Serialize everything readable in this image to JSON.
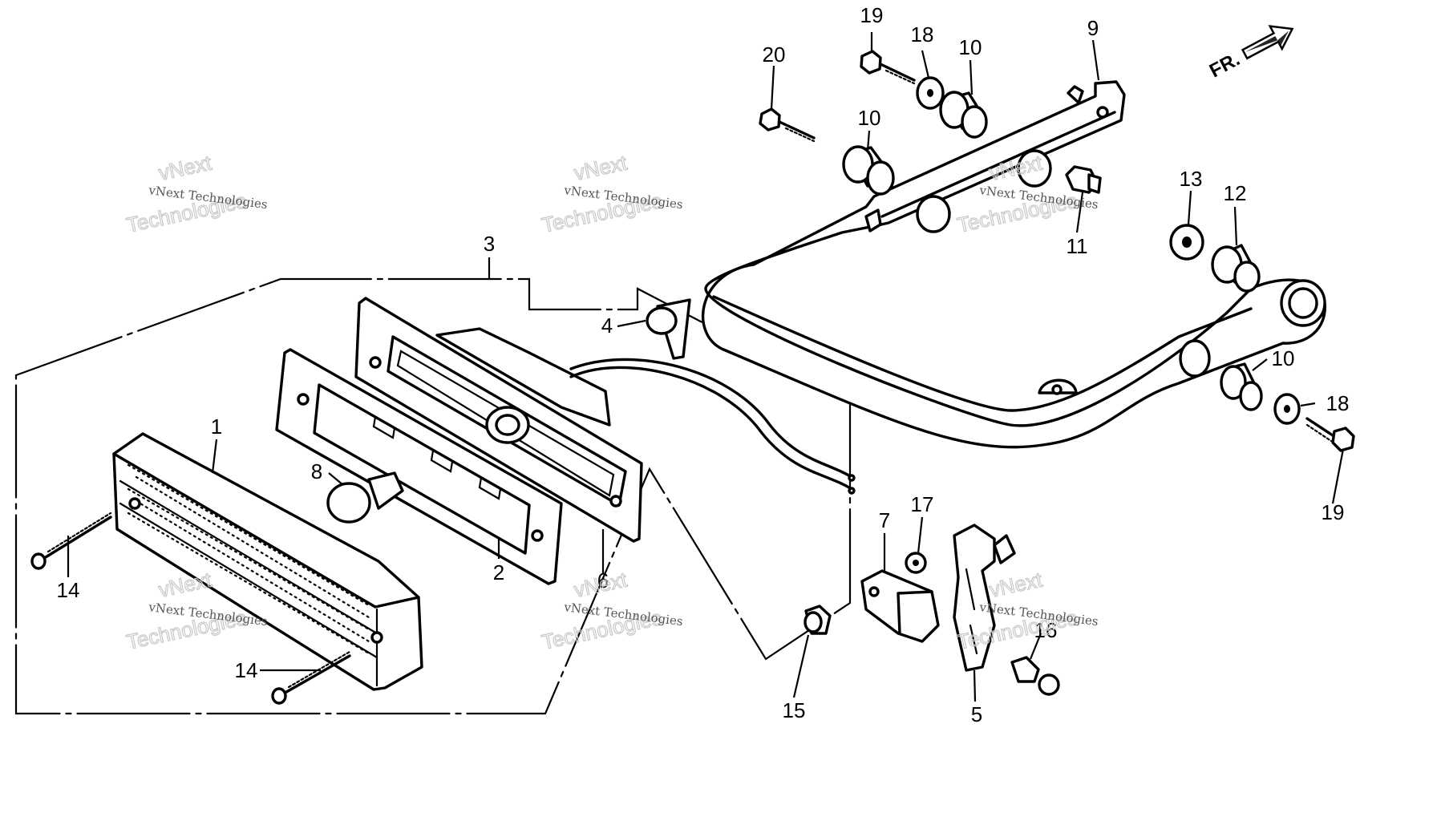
{
  "direction_marker": {
    "label": "FR."
  },
  "watermark": {
    "line1": "vNext Technologies",
    "line2a": "vNext",
    "line2b": "Technologies"
  },
  "callouts": {
    "c1": "1",
    "c2": "2",
    "c3": "3",
    "c4": "4",
    "c5": "5",
    "c6": "6",
    "c7": "7",
    "c8": "8",
    "c9": "9",
    "c10a": "10",
    "c10b": "10",
    "c10c": "10",
    "c11": "11",
    "c12": "12",
    "c13": "13",
    "c14a": "14",
    "c14b": "14",
    "c15": "15",
    "c16": "16",
    "c17": "17",
    "c18a": "18",
    "c18b": "18",
    "c19a": "19",
    "c19b": "19",
    "c20": "20"
  }
}
